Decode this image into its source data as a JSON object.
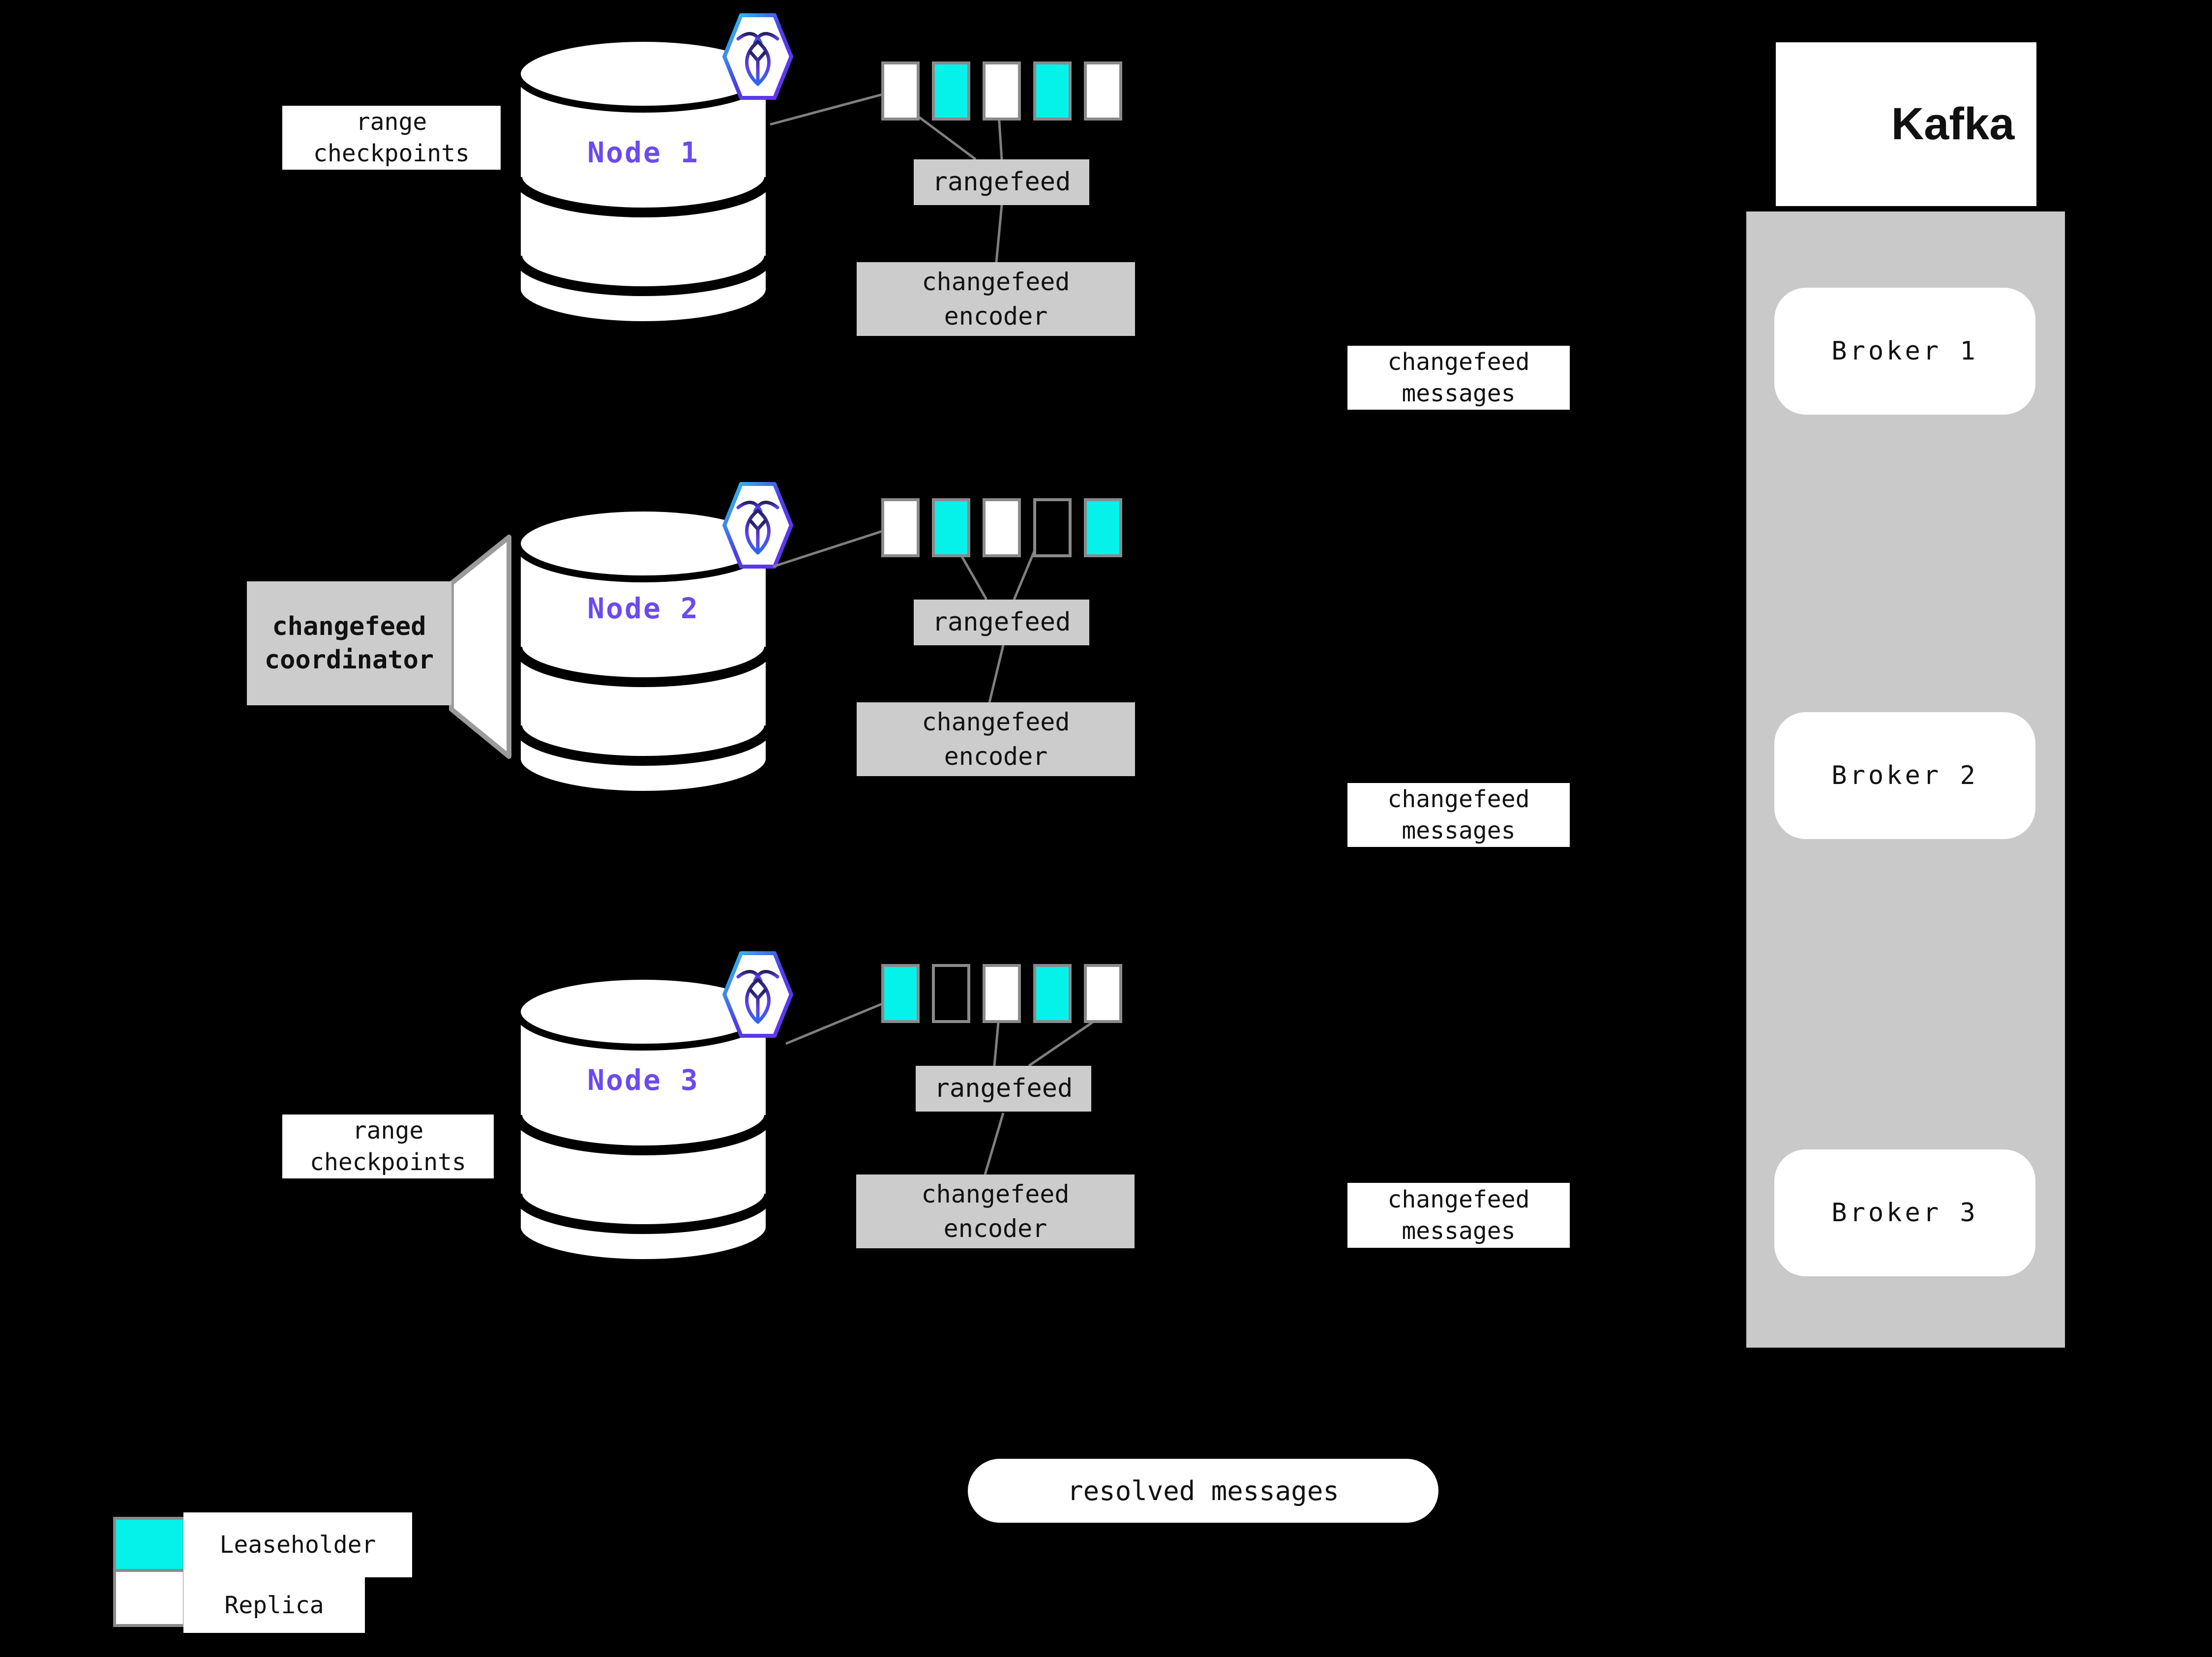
{
  "palette": {
    "background": "#000000",
    "leaseholder_cyan": "#04f2ea",
    "replica_white": "#ffffff",
    "node_label_purple": "#6b4af0",
    "box_gray": "#cccccc",
    "container_gray": "#c9c9c9",
    "line_gray": "#7f7f7f",
    "range_border_gray": "#8a8a8a",
    "text_black": "#111111"
  },
  "nodes": [
    {
      "name": "Node 1",
      "checkpoint_label": "range checkpoints",
      "rangefeed": "rangefeed",
      "encoder": "changefeed encoder",
      "messages": "changefeed messages",
      "ranges": [
        "replica",
        "leaseholder",
        "replica",
        "leaseholder",
        "replica"
      ]
    },
    {
      "name": "Node 2",
      "rangefeed": "rangefeed",
      "encoder": "changefeed encoder",
      "messages": "changefeed messages",
      "ranges": [
        "replica",
        "leaseholder",
        "replica",
        "empty",
        "leaseholder"
      ]
    },
    {
      "name": "Node 3",
      "checkpoint_label": "range checkpoints",
      "rangefeed": "rangefeed",
      "encoder": "changefeed encoder",
      "messages": "changefeed messages",
      "ranges": [
        "leaseholder",
        "empty",
        "replica",
        "leaseholder",
        "replica"
      ]
    }
  ],
  "coordinator": {
    "label": "changefeed coordinator"
  },
  "kafka": {
    "title": "Kafka",
    "brokers": [
      {
        "label": "Broker 1"
      },
      {
        "label": "Broker 2"
      },
      {
        "label": "Broker 3"
      }
    ]
  },
  "resolved_messages": {
    "label": "resolved messages"
  },
  "legend": {
    "items": [
      {
        "type": "leaseholder",
        "label": "Leaseholder"
      },
      {
        "type": "replica",
        "label": "Replica"
      }
    ]
  }
}
